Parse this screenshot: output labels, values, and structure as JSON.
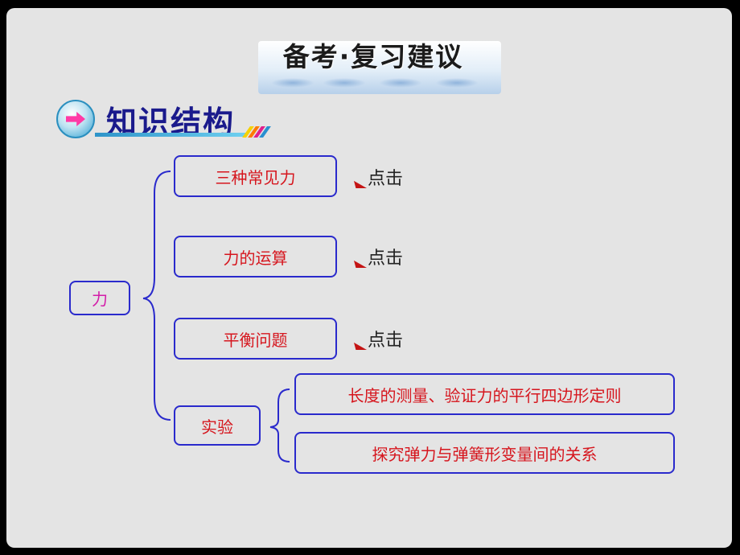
{
  "header": {
    "title": "备考·复习建议"
  },
  "section": {
    "title": "知识结构"
  },
  "diagram": {
    "root": "力",
    "branches": [
      {
        "label": "三种常见力",
        "action": "点击"
      },
      {
        "label": "力的运算",
        "action": "点击"
      },
      {
        "label": "平衡问题",
        "action": "点击"
      },
      {
        "label": "实验"
      }
    ],
    "experiments": [
      "长度的测量、验证力的平行四边形定则",
      "探究弹力与弹簧形变量间的关系"
    ]
  },
  "colors": {
    "box_border": "#2a2acc",
    "box_text": "#d6161e",
    "root_text": "#d31ca8",
    "section_title": "#1a1a8c"
  }
}
